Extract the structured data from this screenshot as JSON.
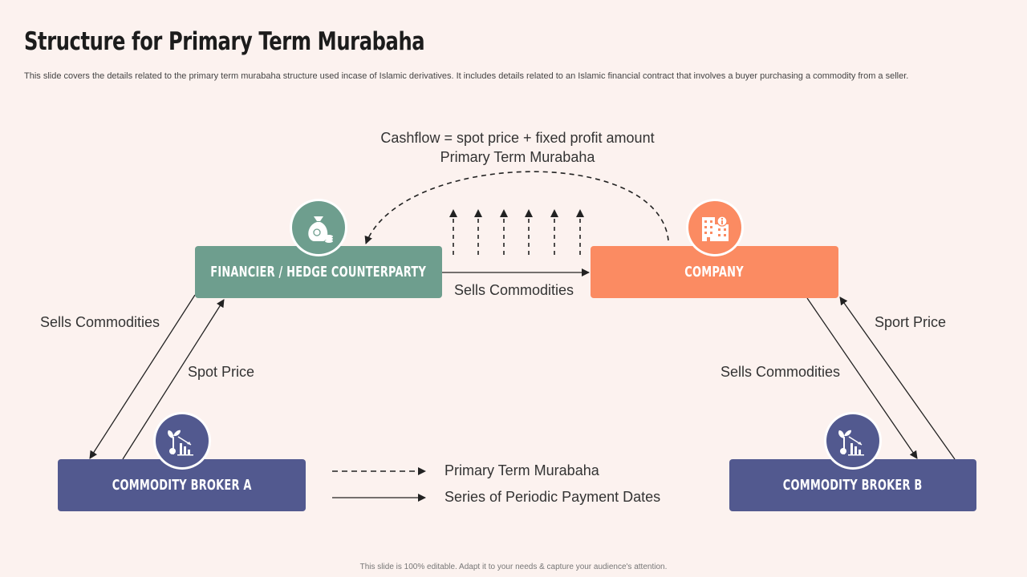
{
  "slide": {
    "title": "Structure for Primary Term Murabaha",
    "subtitle": "This slide covers the details related to the primary term murabaha structure used incase of Islamic derivatives. It includes details related to an Islamic financial contract that involves a buyer purchasing a commodity from a seller.",
    "footer": "This slide is 100% editable. Adapt it to your needs & capture your audience's attention."
  },
  "diagram": {
    "top_label_line1": "Cashflow = spot price + fixed profit amount",
    "top_label_line2": "Primary Term Murabaha",
    "nodes": {
      "financier": "FINANCIER / HEDGE COUNTERPARTY",
      "company": "COMPANY",
      "broker_a": "COMMODITY BROKER A",
      "broker_b": "COMMODITY BROKER B"
    },
    "edge_labels": {
      "fin_to_company": "Sells Commodities",
      "left_sells": "Sells Commodities",
      "left_spot": "Spot Price",
      "right_sells": "Sells Commodities",
      "right_spot": "Sport Price"
    },
    "legend": {
      "dashed": "Primary Term Murabaha",
      "solid": "Series of Periodic Payment Dates"
    }
  },
  "colors": {
    "background": "#fcf2ef",
    "financier": "#6e9e8e",
    "company": "#fb8b62",
    "broker": "#52598f"
  },
  "icons": {
    "financier": "money-bag-icon",
    "company": "office-building-icon",
    "broker_a": "plant-chart-icon",
    "broker_b": "plant-chart-icon"
  }
}
